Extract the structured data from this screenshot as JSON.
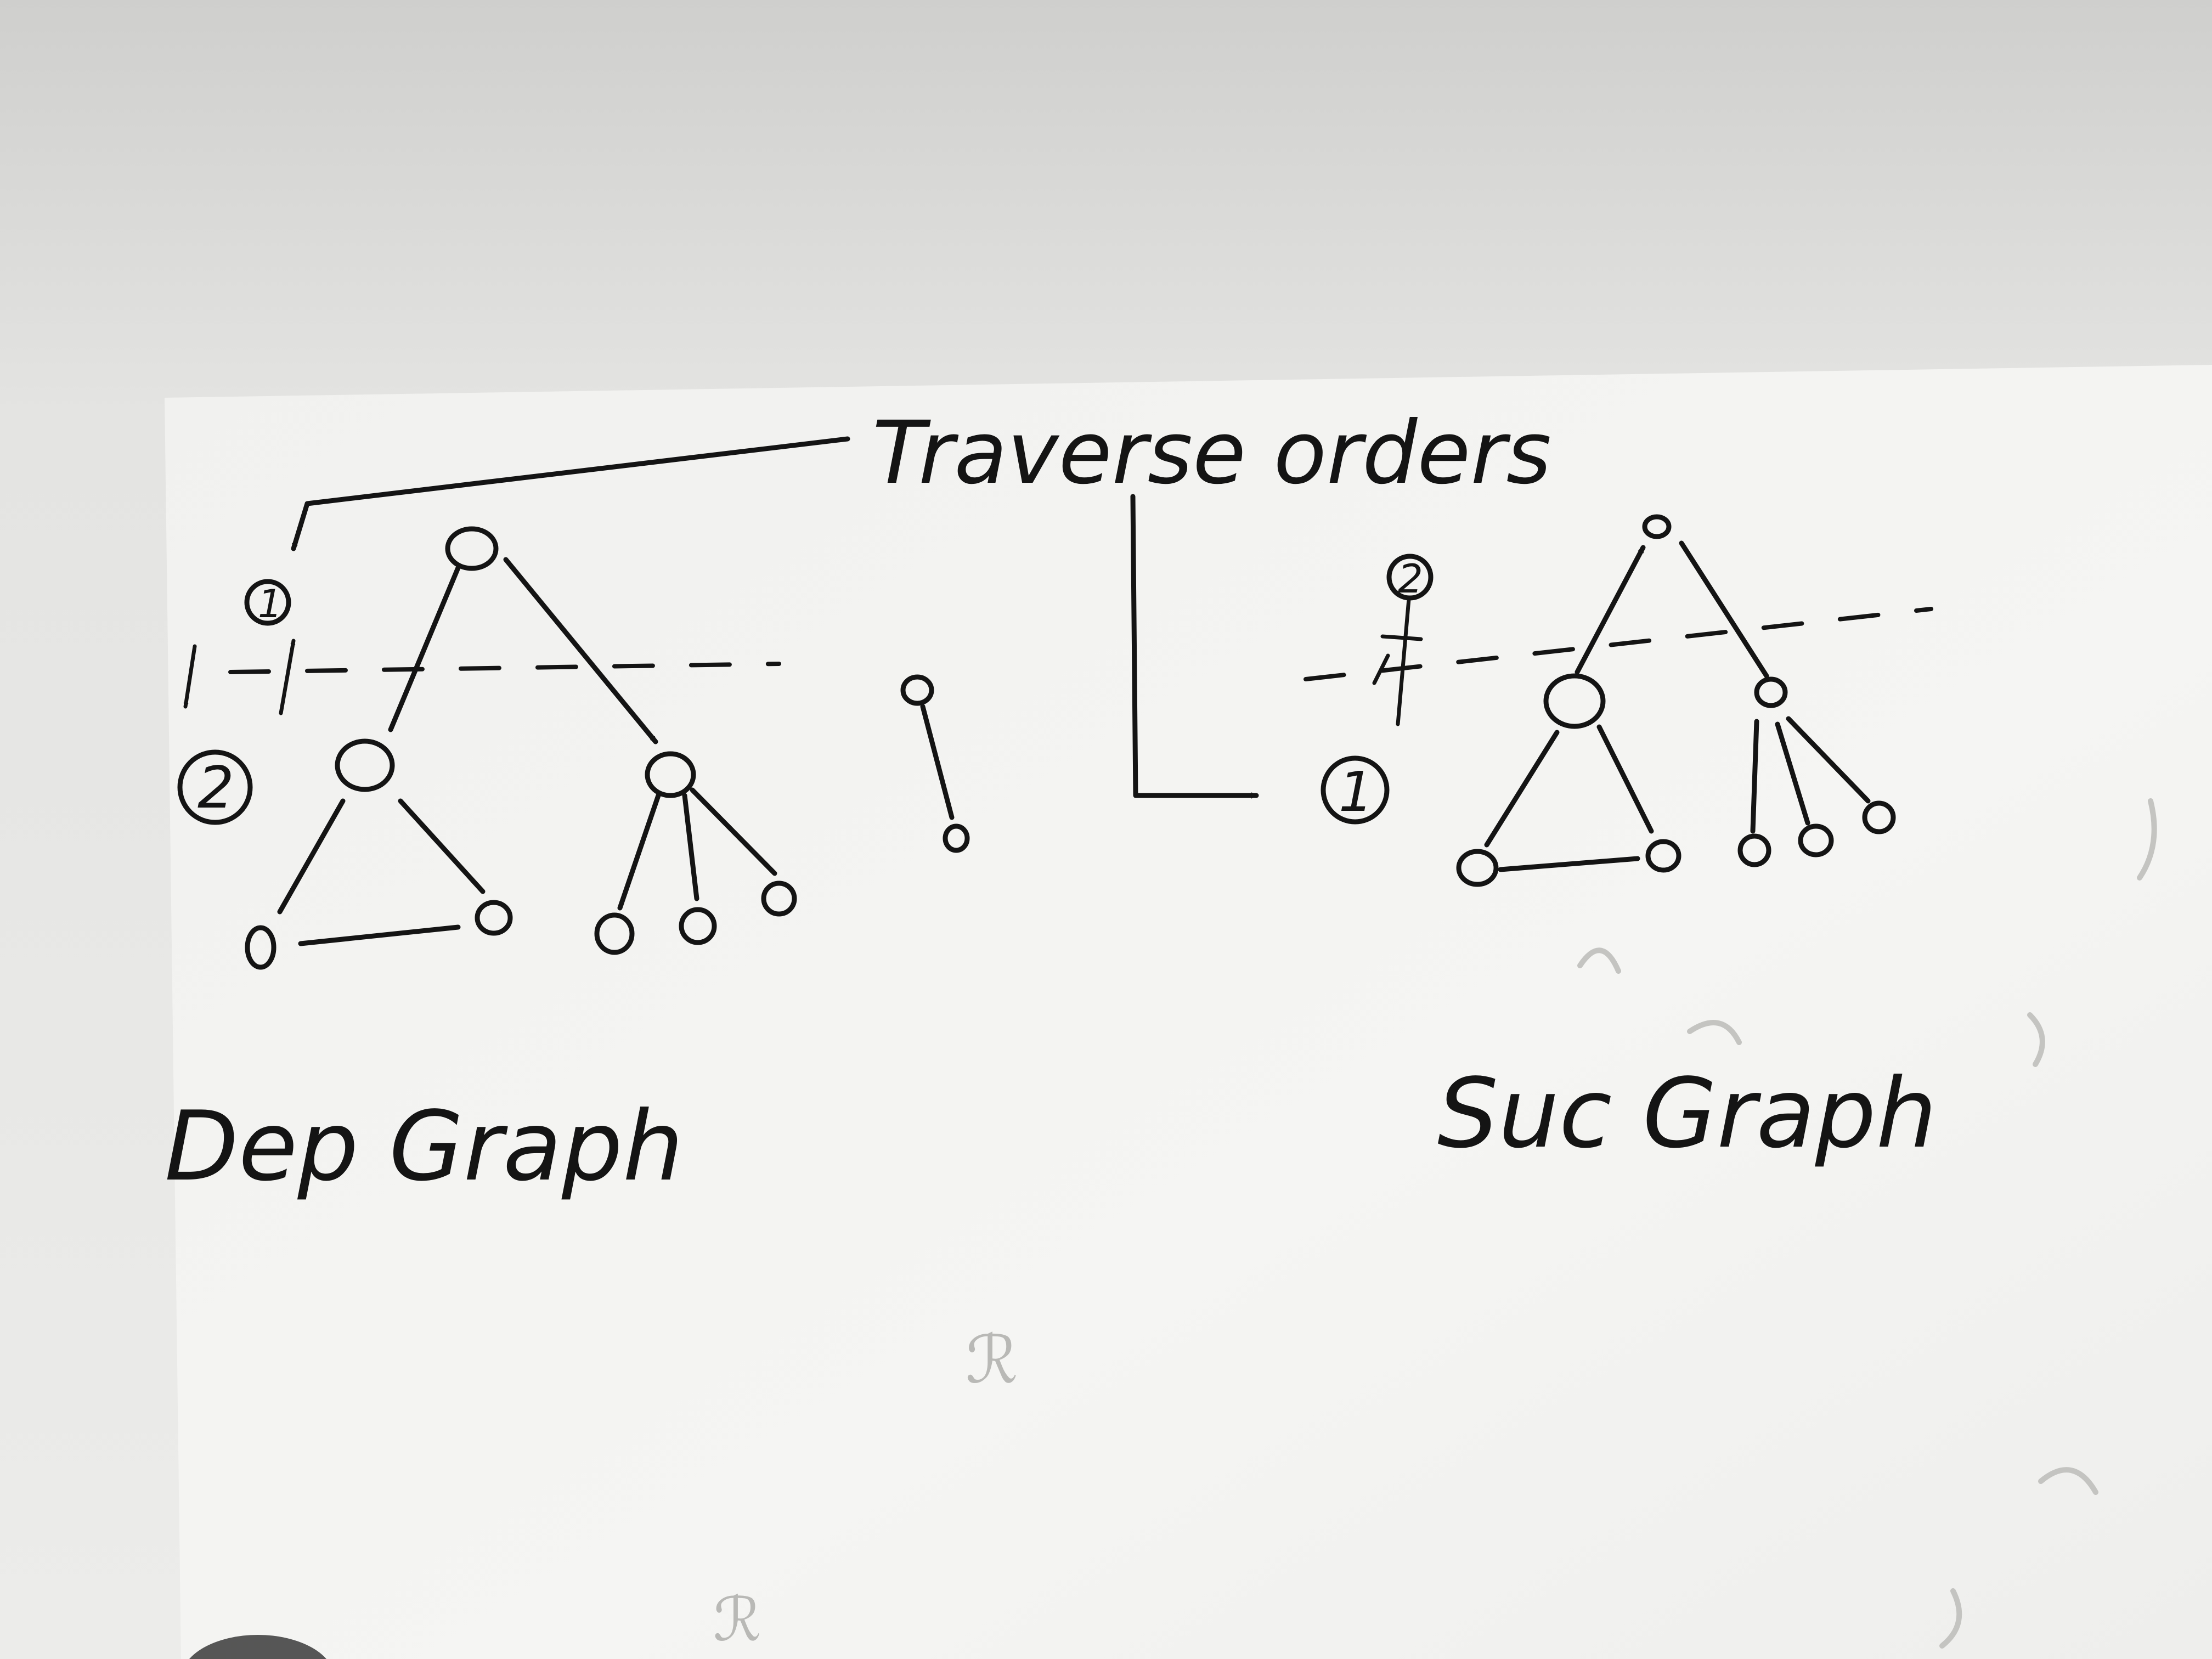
{
  "annotation": {
    "text": "Traverse orders"
  },
  "left_graph": {
    "label": "Dep Graph",
    "order_first": "1",
    "order_second": "2"
  },
  "right_graph": {
    "label": "Suc Graph",
    "order_first": "2",
    "order_second": "1"
  },
  "colors": {
    "ink": "#141414",
    "paper": "#f4f4f2",
    "background": "#d6d6d4"
  }
}
